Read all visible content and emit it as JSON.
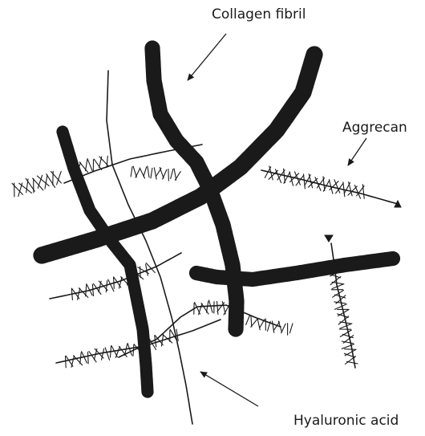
{
  "labels": {
    "collagen": "Collagen fibril",
    "aggrecan": "Aggrecan",
    "hyaluronic": "Hyaluronic acid"
  },
  "colors": {
    "ink": "#1a1a1a",
    "background": "#ffffff"
  }
}
